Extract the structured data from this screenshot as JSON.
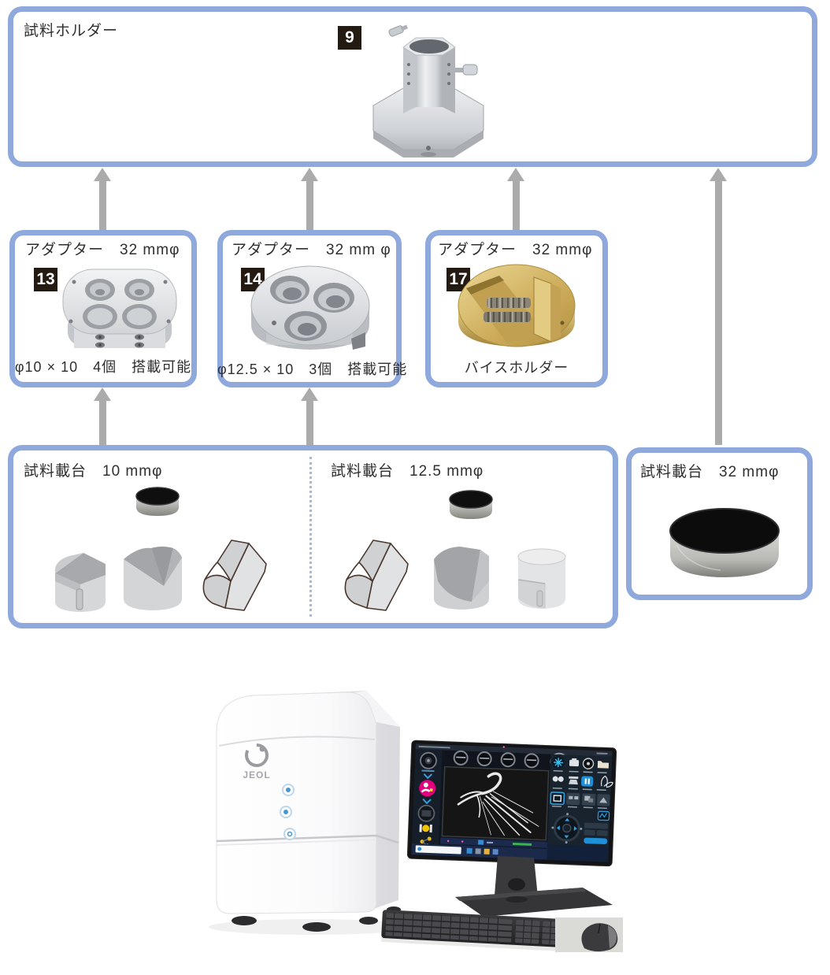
{
  "top_box": {
    "label": "試料ホルダー",
    "item_no": "9"
  },
  "adapter_boxes": [
    {
      "header": "アダプター　32 mmφ",
      "item_no": "13",
      "caption": "φ10 × 10　4個　搭載可能"
    },
    {
      "header": "アダプター　32 mm φ",
      "item_no": "14",
      "caption": "φ12.5 × 10　3個　搭載可能"
    },
    {
      "header": "アダプター　32 mmφ",
      "item_no": "17",
      "caption": "バイスホルダー"
    }
  ],
  "stage_boxes": [
    {
      "header": "試料載台　10 mmφ"
    },
    {
      "header": "試料載台　12.5 mmφ"
    },
    {
      "header": "試料載台　32 mmφ"
    }
  ],
  "machine": {
    "logo": "JEOL"
  },
  "colors": {
    "box_border": "#8fa9dc",
    "arrow": "#ababab",
    "badge_bg": "#231a12",
    "badge_text": "#ffffff",
    "brass": "#c8a553",
    "screen_pink": "#e5007e",
    "screen_blue": "#1e8fd8"
  }
}
